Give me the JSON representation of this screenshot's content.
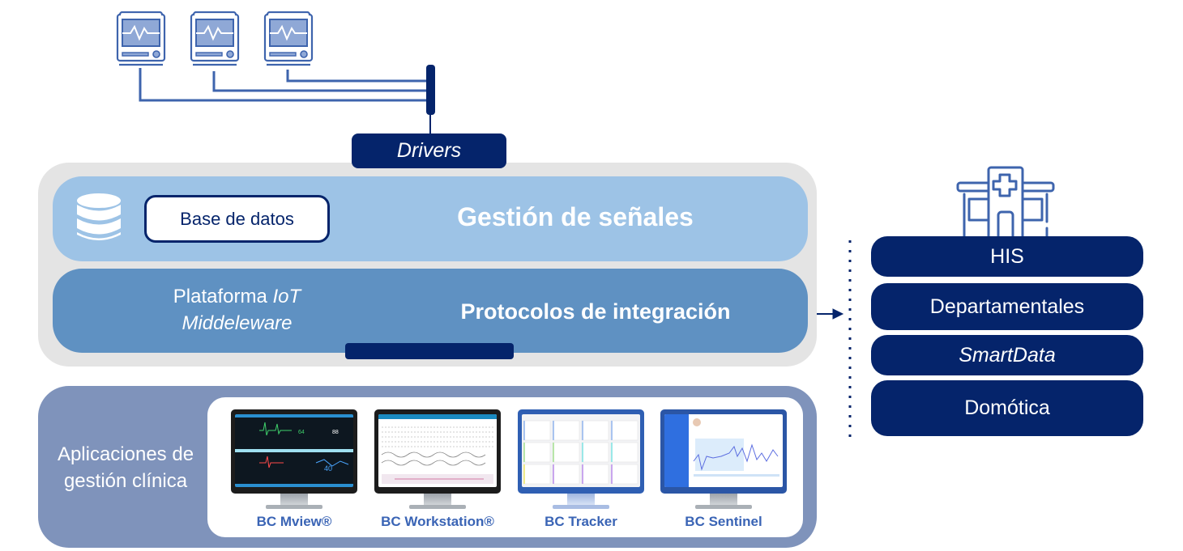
{
  "devices": [
    {
      "icon": "patient-monitor-icon"
    },
    {
      "icon": "patient-monitor-icon"
    },
    {
      "icon": "patient-monitor-icon"
    }
  ],
  "drivers": {
    "label": "Drivers"
  },
  "core": {
    "database": {
      "icon": "database-icon",
      "label": "Base de datos"
    },
    "signals_title": "Gestión de señales",
    "platform": {
      "line1": "Plataforma",
      "line1_italic": "IoT",
      "line2": "Middeleware"
    },
    "protocols_title": "Protocolos de integración"
  },
  "apps": {
    "label_line1": "Aplicaciones de",
    "label_line2": "gestión clínica",
    "items": [
      {
        "name": "BC Mview®",
        "theme": "dark"
      },
      {
        "name": "BC Workstation®",
        "theme": "light"
      },
      {
        "name": "BC Tracker",
        "theme": "grid"
      },
      {
        "name": "BC Sentinel",
        "theme": "chart"
      }
    ]
  },
  "external": {
    "icon": "hospital-icon",
    "items": [
      {
        "label": "HIS"
      },
      {
        "label": "Departamentales"
      },
      {
        "label": "SmartData"
      },
      {
        "label": "Domótica"
      }
    ]
  },
  "colors": {
    "navy": "#05246b",
    "light_blue": "#9dc3e6",
    "mid_blue": "#5f91c2",
    "slate": "#7f93bb",
    "gray": "#e4e4e4",
    "icon_blue": "#3e64ad"
  }
}
